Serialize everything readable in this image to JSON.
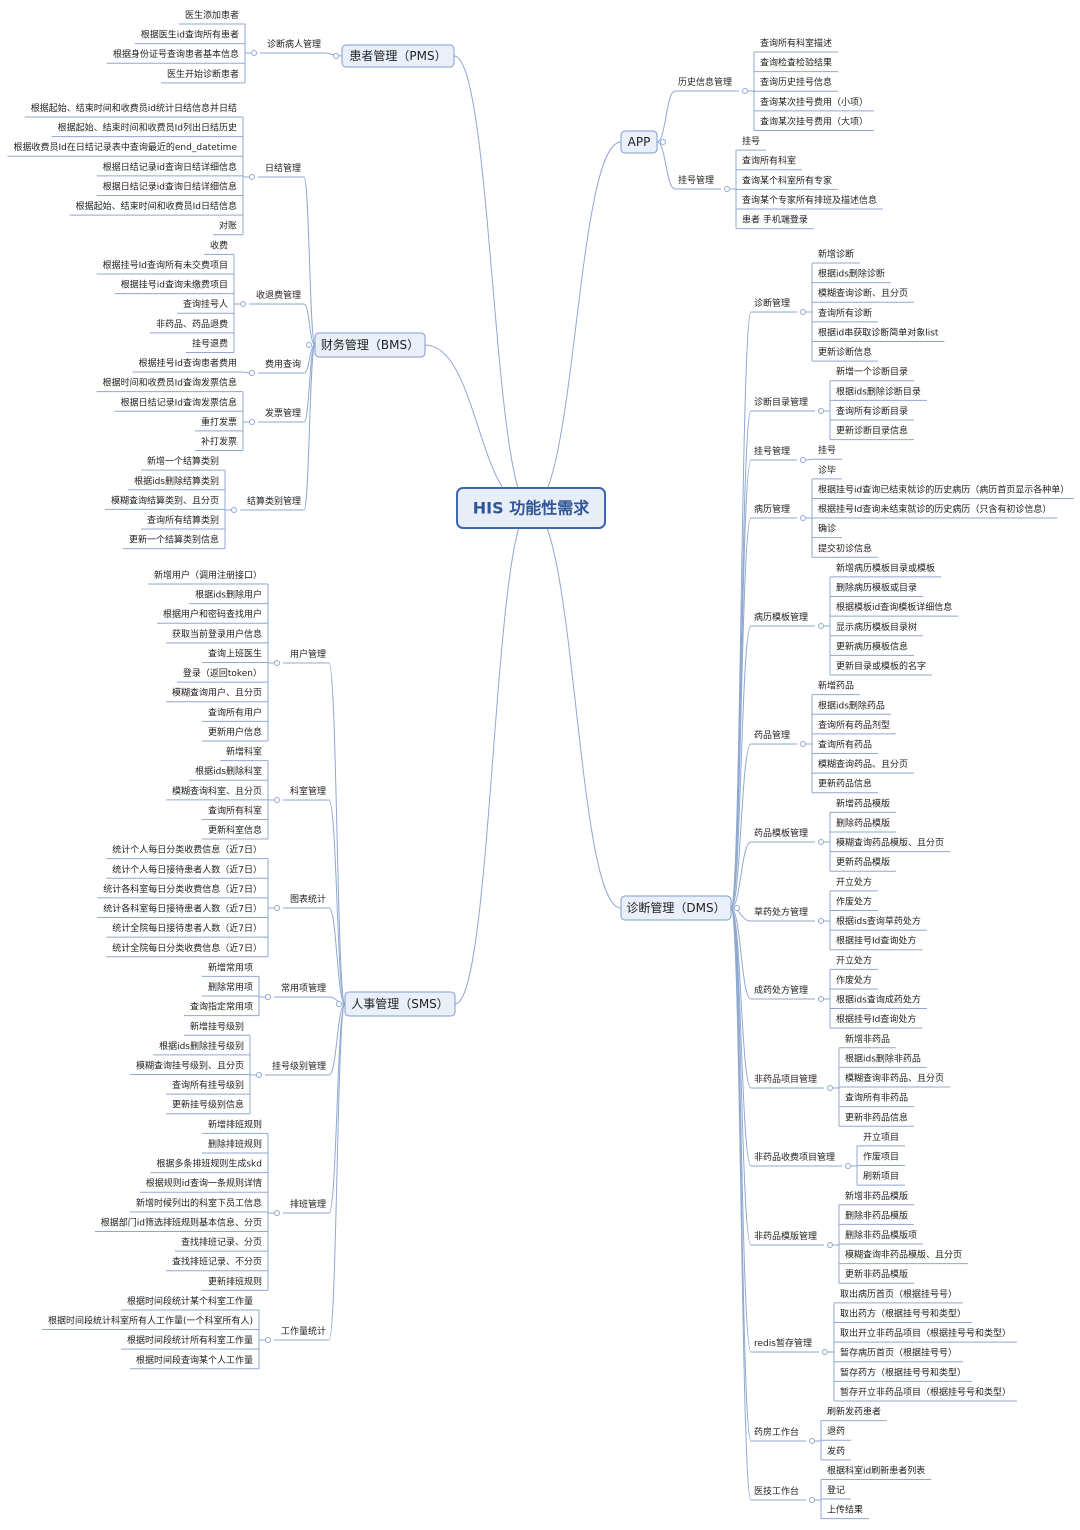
{
  "root": {
    "label": "HIS 功能性需求"
  },
  "branches": [
    {
      "label": "患者管理（PMS）",
      "groups": [
        {
          "label": "诊断病人管理",
          "items": [
            "医生添加患者",
            "根据医生id查询所有患者",
            "根据身份证号查询患者基本信息",
            "医生开始诊断患者"
          ]
        }
      ]
    },
    {
      "label": "财务管理（BMS）",
      "groups": [
        {
          "label": "日结管理",
          "items": [
            "根据起始、结束时间和收费员id统计日结信息并日结",
            "根据起始、结束时间和收费员Id列出日结历史",
            "根据收费员Id在日结记录表中查询最近的end_datetime",
            "根据日结记录id查询日结详细信息",
            "根据日结记录id查询日结详细信息",
            "根据起始、结束时间和收费员Id日结信息",
            "对账"
          ]
        },
        {
          "label": "收退费管理",
          "items": [
            "收费",
            "根据挂号Id查询所有未交费项目",
            "根据挂号id查询未缴费项目",
            "查询挂号人",
            "非药品、药品退费",
            "挂号退费"
          ]
        },
        {
          "label": "费用查询",
          "items": [
            "根据挂号Id查询患者费用"
          ]
        },
        {
          "label": "发票管理",
          "items": [
            "根据时间和收费员Id查询发票信息",
            "根据日结记录Id查询发票信息",
            "重打发票",
            "补打发票"
          ]
        },
        {
          "label": "结算类别管理",
          "items": [
            "新增一个结算类别",
            "根据ids删除结算类别",
            "模糊查询结算类别、且分页",
            "查询所有结算类别",
            "更新一个结算类别信息"
          ]
        }
      ]
    },
    {
      "label": "人事管理（SMS）",
      "groups": [
        {
          "label": "用户管理",
          "items": [
            "新增用户（调用注册接口）",
            "根据ids删除用户",
            "根据用户和密码查找用户",
            "获取当前登录用户信息",
            "查询上班医生",
            "登录（返回token）",
            "模糊查询用户、且分页",
            "查询所有用户",
            "更新用户信息"
          ]
        },
        {
          "label": "科室管理",
          "items": [
            "新增科室",
            "根据ids删除科室",
            "模糊查询科室、且分页",
            "查询所有科室",
            "更新科室信息"
          ]
        },
        {
          "label": "图表统计",
          "items": [
            "统计个人每日分类收费信息（近7日）",
            "统计个人每日接待患者人数（近7日）",
            "统计各科室每日分类收费信息（近7日）",
            "统计各科室每日接待患者人数（近7日）",
            "统计全院每日接待患者人数（近7日）",
            "统计全院每日分类收费信息（近7日）"
          ]
        },
        {
          "label": "常用项管理",
          "items": [
            "新增常用项",
            "删除常用项",
            "查询指定常用项"
          ]
        },
        {
          "label": "挂号级别管理",
          "items": [
            "新增挂号级别",
            "根据ids删除挂号级别",
            "模糊查询挂号级别、且分页",
            "查询所有挂号级别",
            "更新挂号级别信息"
          ]
        },
        {
          "label": "排班管理",
          "items": [
            "新增排班规则",
            "删除排班规则",
            "根据多条排班规则生成skd",
            "根据规则id查询一条规则详情",
            "新增时候列出的科室下员工信息",
            "根据部门id筛选排班规则基本信息、分页",
            "查找排班记录、分页",
            "查找排班记录、不分页",
            "更新排班规则"
          ]
        },
        {
          "label": "工作量统计",
          "items": [
            "根据时间段统计某个科室工作量",
            "根据时间段统计科室所有人工作量(一个科室所有人)",
            "根据时间段统计所有科室工作量",
            "根据时间段查询某个人工作量"
          ]
        }
      ]
    },
    {
      "label": "APP",
      "groups": [
        {
          "label": "历史信息管理",
          "items": [
            "查询所有科室描述",
            "查询检查检验结果",
            "查询历史挂号信息",
            "查询某次挂号费用（小项）",
            "查询某次挂号费用（大项）"
          ]
        },
        {
          "label": "挂号管理",
          "items": [
            "挂号",
            "查询所有科室",
            "查询某个科室所有专家",
            "查询某个专家所有排班及描述信息",
            "患者 手机端登录"
          ]
        }
      ]
    },
    {
      "label": "诊断管理（DMS）",
      "groups": [
        {
          "label": "诊断管理",
          "items": [
            "新增诊断",
            "根据ids删除诊断",
            "模糊查询诊断、且分页",
            "查询所有诊断",
            "根据id串获取诊断简单对象list",
            "更新诊断信息"
          ]
        },
        {
          "label": "诊断目录管理",
          "items": [
            "新增一个诊断目录",
            "根据ids删除诊断目录",
            "查询所有诊断目录",
            "更新诊断目录信息"
          ]
        },
        {
          "label": "挂号管理",
          "items": [
            "挂号"
          ]
        },
        {
          "label": "病历管理",
          "items": [
            "诊毕",
            "根据挂号id查询已结束就诊的历史病历（病历首页显示各种单）",
            "根据挂号Id查询未结束就诊的历史病历（只含有初诊信息）",
            "确诊",
            "提交初诊信息"
          ]
        },
        {
          "label": "病历模板管理",
          "items": [
            "新增病历模板目录或模板",
            "删除病历模板或目录",
            "根据模板id查询模板详细信息",
            "显示病历模板目录树",
            "更新病历模板信息",
            "更新目录或模板的名字"
          ]
        },
        {
          "label": "药品管理",
          "items": [
            "新增药品",
            "根据ids删除药品",
            "查询所有药品剂型",
            "查询所有药品",
            "模糊查询药品、且分页",
            "更新药品信息"
          ]
        },
        {
          "label": "药品模板管理",
          "items": [
            "新增药品模版",
            "删除药品模版",
            "模糊查询药品模版、且分页",
            "更新药品模版"
          ]
        },
        {
          "label": "草药处方管理",
          "items": [
            "开立处方",
            "作废处方",
            "根据ids查询草药处方",
            "根据挂号Id查询处方"
          ]
        },
        {
          "label": "成药处方管理",
          "items": [
            "开立处方",
            "作废处方",
            "根据ids查询成药处方",
            "根据挂号Id查询处方"
          ]
        },
        {
          "label": "非药品项目管理",
          "items": [
            "新增非药品",
            "根据ids删除非药品",
            "模糊查询非药品、且分页",
            "查询所有非药品",
            "更新非药品信息"
          ]
        },
        {
          "label": "非药品收费项目管理",
          "items": [
            "开立项目",
            "作废项目",
            "刷新项目"
          ]
        },
        {
          "label": "非药品模版管理",
          "items": [
            "新增非药品模版",
            "删除非药品模版",
            "删除非药品模版项",
            "模糊查询非药品模版、且分页",
            "更新非药品模版"
          ]
        },
        {
          "label": "redis暂存管理",
          "items": [
            "取出病历首页（根据挂号号）",
            "取出药方（根据挂号号和类型）",
            "取出开立非药品项目（根据挂号号和类型）",
            "暂存病历首页（根据挂号号）",
            "暂存药方（根据挂号号和类型）",
            "暂存开立非药品项目（根据挂号号和类型）"
          ]
        },
        {
          "label": "药房工作台",
          "items": [
            "刷新发药患者",
            "退药",
            "发药"
          ]
        },
        {
          "label": "医技工作台",
          "items": [
            "根据科室id刷新患者列表",
            "登记",
            "上传结果"
          ]
        }
      ]
    }
  ],
  "colors": {
    "line": "#8fa8d0",
    "underline": "#8fa8d0",
    "text": "#222222",
    "branch_fill": "#eaf0fa",
    "branch_stroke": "#7d9bcf",
    "root_fill": "#e8eef8",
    "root_stroke": "#3c68b0",
    "root_text": "#2f5597"
  }
}
